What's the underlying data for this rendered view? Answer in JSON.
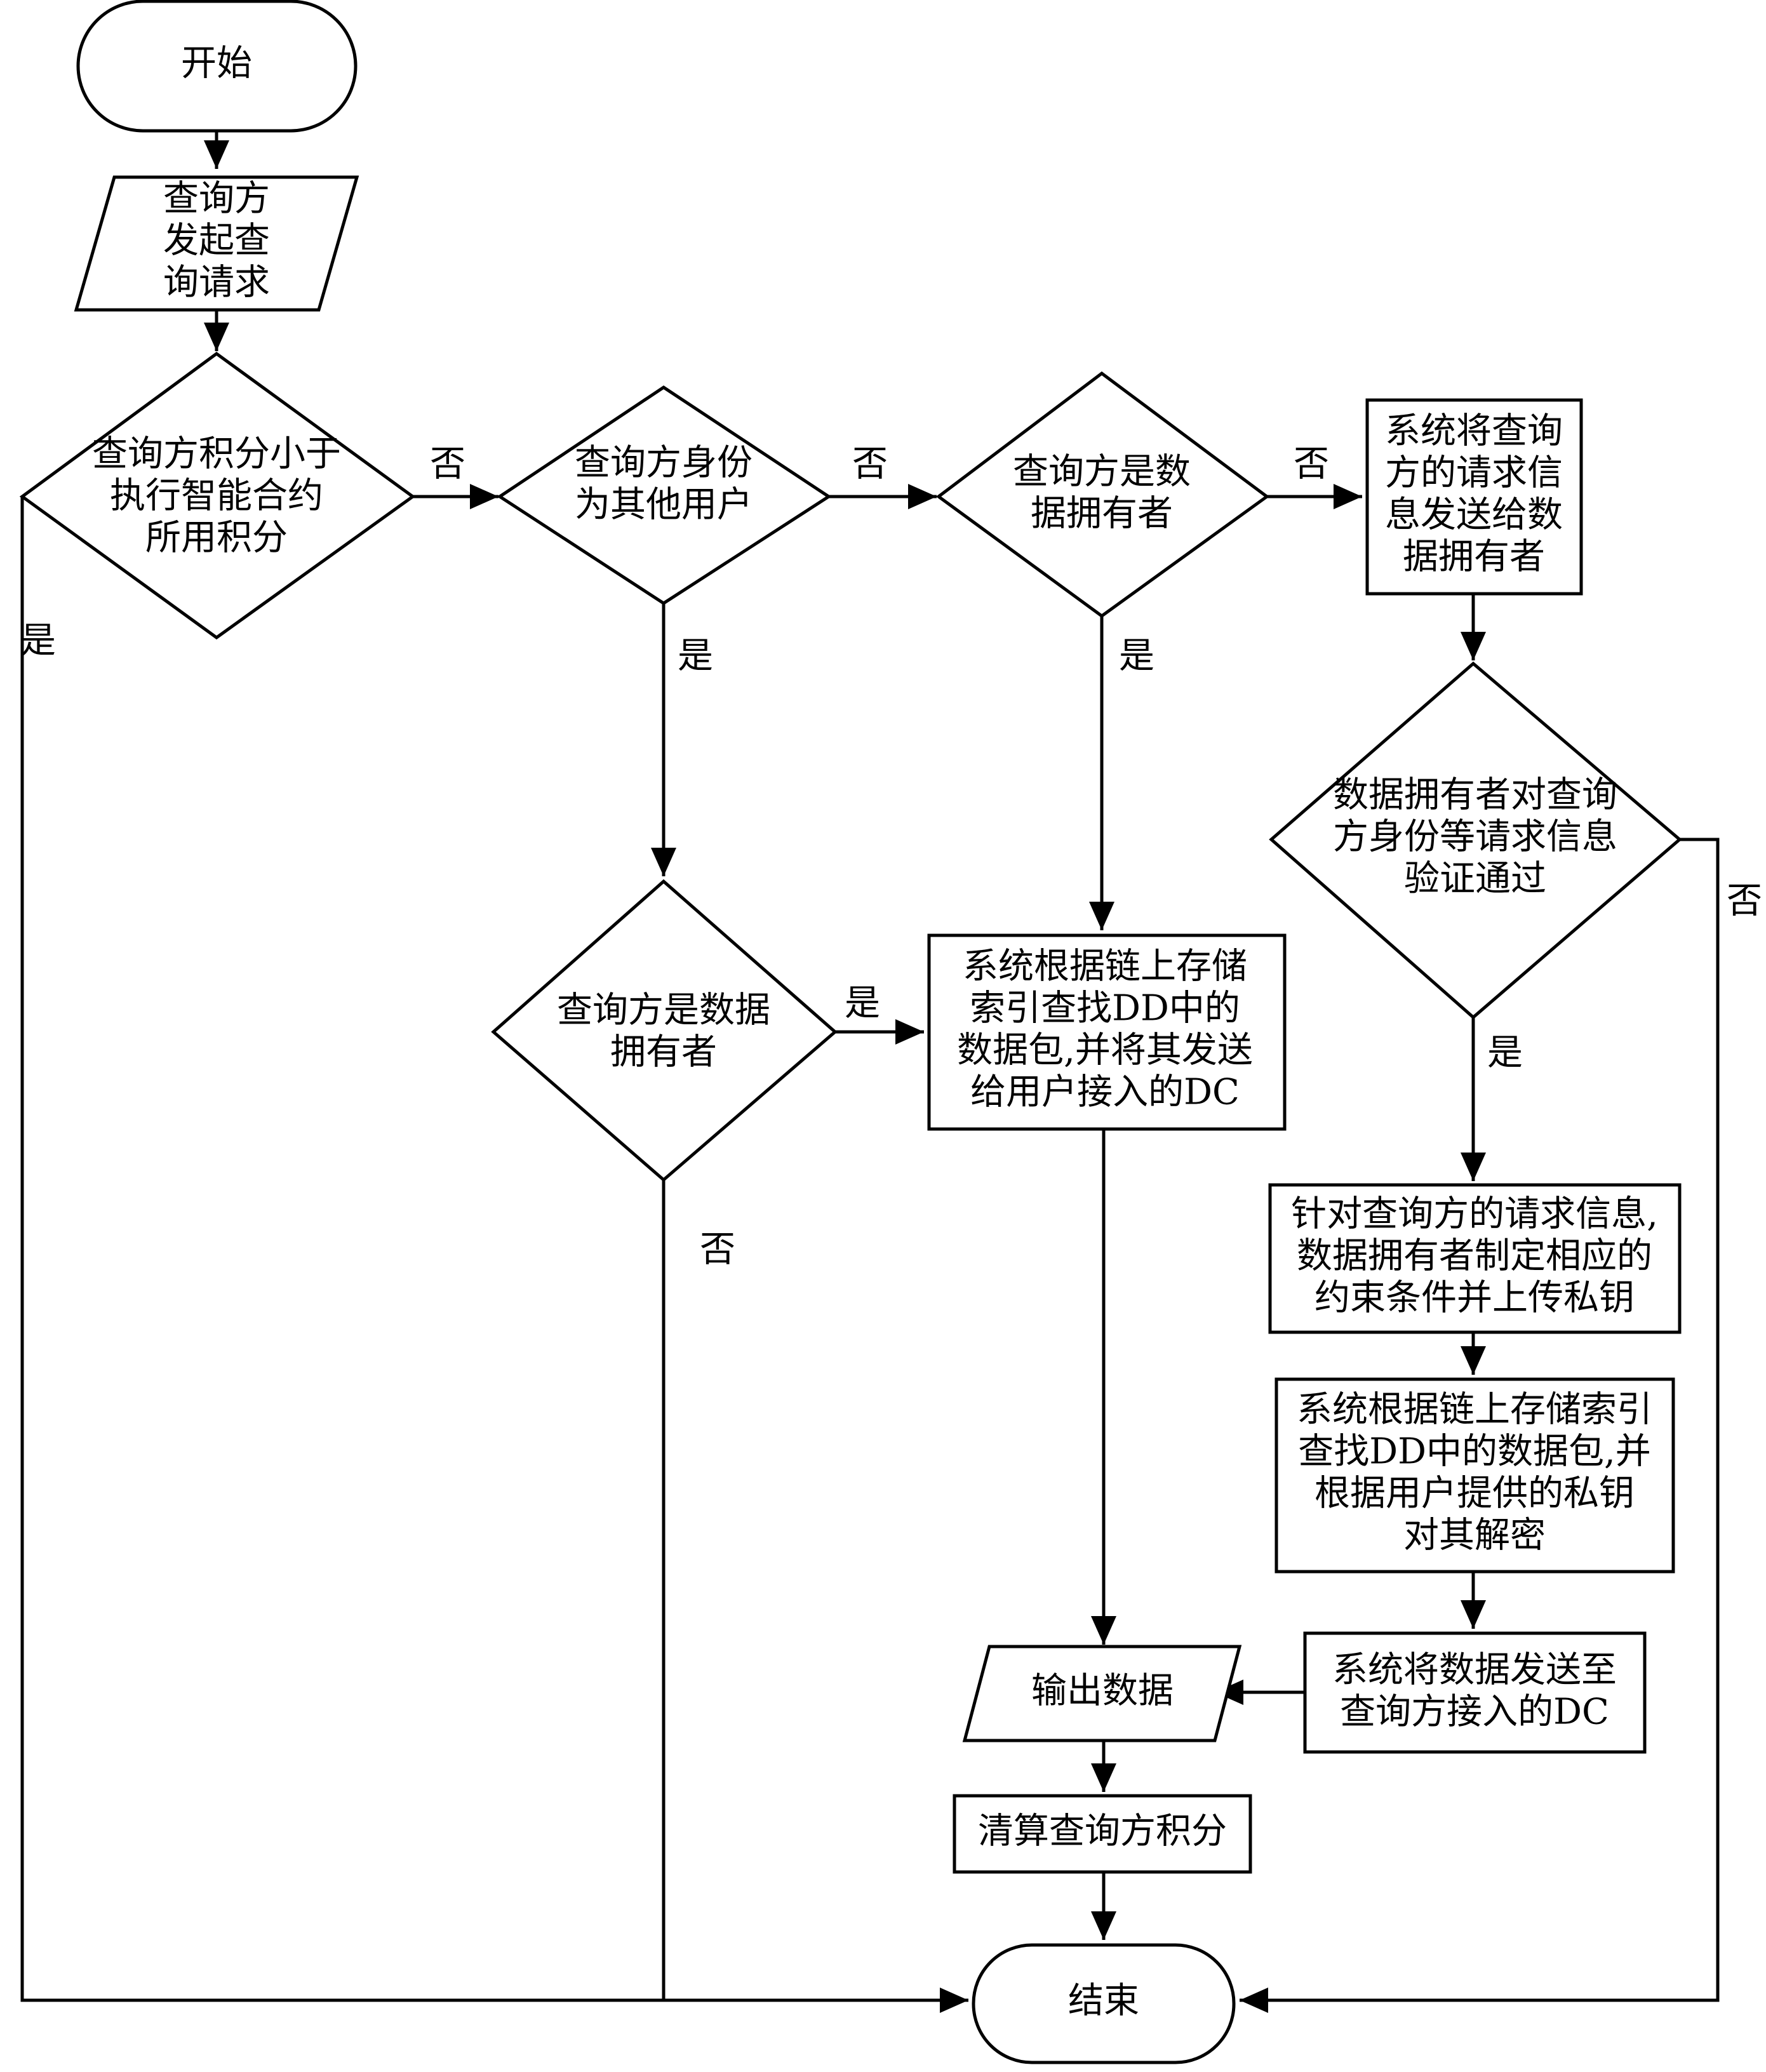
{
  "nodes": {
    "start": {
      "lines": [
        "开始"
      ]
    },
    "query_request": {
      "lines": [
        "查询方",
        "发起查",
        "询请求"
      ]
    },
    "d_points": {
      "lines": [
        "查询方积分小于",
        "执行智能合约",
        "所用积分"
      ]
    },
    "d_identity": {
      "lines": [
        "查询方身份",
        "为其他用户"
      ]
    },
    "d_owner_top": {
      "lines": [
        "查询方是数",
        "据拥有者"
      ]
    },
    "send_to_owner": {
      "lines": [
        "系统将查询",
        "方的请求信",
        "息发送给数",
        "据拥有者"
      ]
    },
    "d_verify": {
      "lines": [
        "数据拥有者对查询",
        "方身份等请求信息",
        "验证通过"
      ]
    },
    "d_owner_mid": {
      "lines": [
        "查询方是数据",
        "拥有者"
      ]
    },
    "find_send_dc": {
      "lines": [
        "系统根据链上存储",
        "索引查找DD中的",
        "数据包,并将其发送",
        "给用户接入的DC"
      ]
    },
    "set_constraints": {
      "lines": [
        "针对查询方的请求信息,",
        "数据拥有者制定相应的",
        "约束条件并上传私钥"
      ]
    },
    "find_decrypt": {
      "lines": [
        "系统根据链上存储索引",
        "查找DD中的数据包,并",
        "根据用户提供的私钥",
        "对其解密"
      ]
    },
    "output_data": {
      "lines": [
        "输出数据"
      ]
    },
    "send_result": {
      "lines": [
        "系统将数据发送至",
        "查询方接入的DC"
      ]
    },
    "settle_points": {
      "lines": [
        "清算查询方积分"
      ]
    },
    "end": {
      "lines": [
        "结束"
      ]
    }
  },
  "edge_labels": {
    "points_no": "否",
    "points_yes": "是",
    "identity_no": "否",
    "identity_yes": "是",
    "owner_top_no": "否",
    "owner_top_yes": "是",
    "verify_no": "否",
    "verify_yes": "是",
    "owner_mid_yes": "是",
    "owner_mid_no": "否"
  }
}
